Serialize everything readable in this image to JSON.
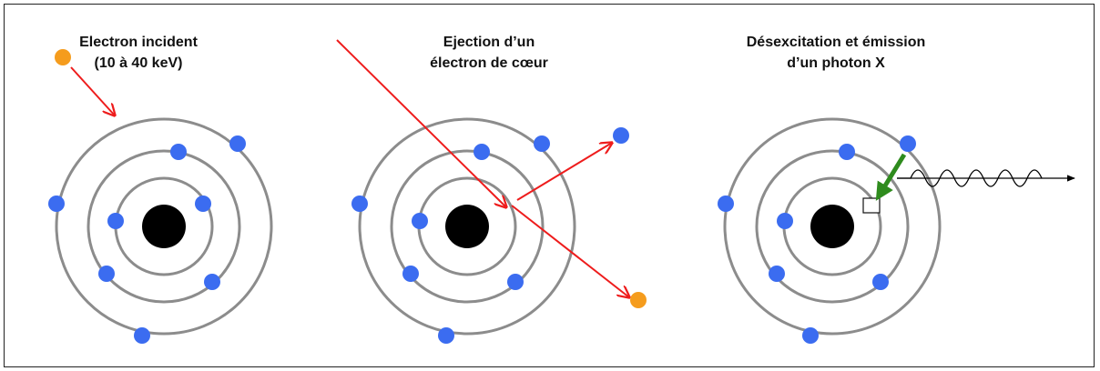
{
  "panels": [
    {
      "title_lines": [
        "Electron incident",
        "(10 à 40 keV)"
      ]
    },
    {
      "title_lines": [
        "Ejection d’un",
        "électron de cœur"
      ]
    },
    {
      "title_lines": [
        "Désexcitation et émission",
        "d’un photon X"
      ]
    }
  ],
  "colors": {
    "orbit": "#8c8c8c",
    "nucleus": "#000000",
    "electron": "#3b6cf0",
    "incident_electron": "#f59c1d",
    "electron_path": "#ee1c1c",
    "transition_arrow": "#2e8b1d",
    "photon": "#000000",
    "vacancy": "#ffffff"
  },
  "icons": {
    "nucleus": "black-filled-circle",
    "electron": "blue-dot",
    "incident_electron": "orange-dot",
    "vacancy": "empty-square",
    "photon": "wavy-arrow"
  }
}
